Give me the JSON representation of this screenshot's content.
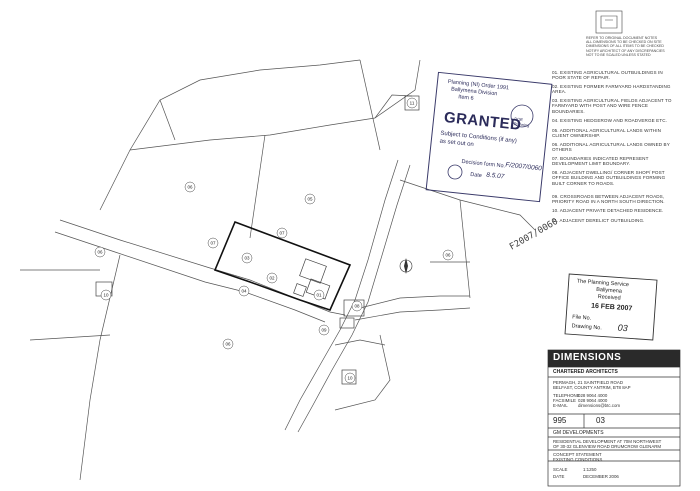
{
  "header_notes": [
    "REFER TO ORIGINAL DOCUMENT NOTES",
    "ALL DIMENSIONS TO BE CHECKED ON SITE",
    "DIMENSIONS OF ALL ITEMS TO BE CHECKED",
    "NOTIFY ARCHITECT OF ANY DISCREPANCIES",
    "NOT TO BE SCALED UNLESS STATED"
  ],
  "legend": [
    "01. EXISTING AGRICULTURAL OUTBUILDINGS IN POOR STATE OF REPAIR.",
    "02. EXISTING FORMER FARMYARD HARDSTANDING AREA.",
    "03. EXISTING AGRICULTURAL FIELDS ADJACENT TO FARMYARD WITH POST AND WIRE FENCE BOUNDARIES.",
    "04. EXISTING HEDGEROW AND ROADVERGE ETC.",
    "05. ADDITIONAL AGRICULTURAL LANDS WITHIN CLIENT OWNERSHIP.",
    "06. ADDITIONAL AGRICULTURAL LANDS OWNED BY OTHERS",
    "07. BOUNDARIES INDICATED REPRESENT DEVELOPMENT LIMIT BOUNDARY.",
    "08. ADJACENT DWELLING/ CORNER SHOP/ POST OFFICE BUILDING AND OUTBUILDINGS FORMING BUILT CORNER TO ROADS.",
    "09. CROSSROADS BETWEEN ADJACENT ROADS, PRIORITY ROAD IN A NORTH SOUTH DIRECTION.",
    "10. ADJACENT PRIVATE DETACHED RESIDENCE.",
    "11. ADJACENT DERELICT OUTBUILDING."
  ],
  "granted_stamp": {
    "line1": "Planning (NI) Order 1991",
    "line2": "Ballymena Division",
    "line3": "Item 6",
    "main": "GRANTED",
    "sub1": "Subject to Conditions (if any)",
    "sub2": "as set out on",
    "decision_label": "Decision form No.",
    "decision_value": "F/2007/0060",
    "date_label": "Date",
    "date_value": "8.5.07",
    "seal_text": "DOE Planning"
  },
  "handwritten_ref": "F2007/0060",
  "received_stamp": {
    "line1": "The Planning Service",
    "line2": "Ballymena",
    "line3": "Received",
    "date": "16 FEB 2007",
    "file_label": "File No.",
    "drawing_label": "Drawing No.",
    "drawing_value": "03"
  },
  "map_labels": {
    "l01": "01",
    "l02": "02",
    "l03": "03",
    "l04": "04",
    "l05": "05",
    "l06a": "06",
    "l06b": "06",
    "l06c": "06",
    "l06d": "06",
    "l07a": "07",
    "l07b": "07",
    "l08": "08",
    "l09": "09",
    "l10a": "10",
    "l10b": "10",
    "l11": "11"
  },
  "title_block": {
    "firm": "DIMENSIONS",
    "subtitle": "CHARTERED ARCHITECTS",
    "address1": "PERMAGH, 21 SAINTFIELD ROAD",
    "address2": "BELFAST, COUNTY ANTRIM, BT8 8AP",
    "tel_label": "TELEPHONE",
    "tel": "028 9064 4000",
    "fax_label": "FACSIMILE",
    "fax": "028 9064 4000",
    "email_label": "E-MAIL",
    "email": "dimensions@btc.com",
    "job_no": "995",
    "drawing_no": "03",
    "client": "GM DEVELOPMENTS",
    "project1": "RESIDENTIAL DEVELOPMENT AT 70M NORTHWEST",
    "project2": "OF 30-32 GLENVIEW ROAD DRUMCROW GLENARM",
    "drawing1": "CONCEPT STATEMENT",
    "drawing2": "EXISTING CONDITIONS",
    "scale_label": "SCALE",
    "scale": "1:1250",
    "date_label": "DATE",
    "date": "DECEMBER 2006"
  }
}
